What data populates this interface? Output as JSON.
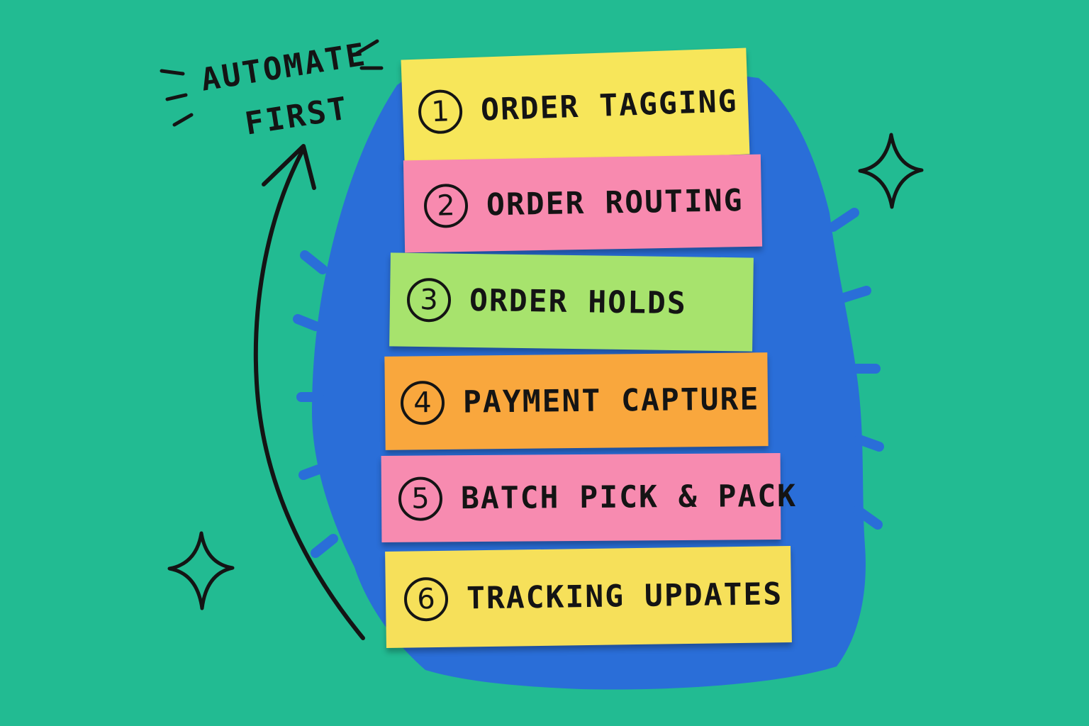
{
  "headline": {
    "line1": "AUTOMATE",
    "line2": "FIRST"
  },
  "notes": [
    {
      "number": "1",
      "label": "ORDER TAGGING",
      "color": "#f7e65a"
    },
    {
      "number": "2",
      "label": "ORDER ROUTING",
      "color": "#f88aaf"
    },
    {
      "number": "3",
      "label": "ORDER HOLDS",
      "color": "#a7e36d"
    },
    {
      "number": "4",
      "label": "PAYMENT CAPTURE",
      "color": "#f9a73d"
    },
    {
      "number": "5",
      "label": "BATCH PICK & PACK",
      "color": "#f78bb0"
    },
    {
      "number": "6",
      "label": "TRACKING UPDATES",
      "color": "#f6e05a"
    }
  ],
  "colors": {
    "background": "#22bb92",
    "paint_swatch": "#2a6ed8",
    "ink": "#141414"
  },
  "icons": [
    "arrow-up-icon",
    "sparkle-icon",
    "sparkle-icon"
  ]
}
